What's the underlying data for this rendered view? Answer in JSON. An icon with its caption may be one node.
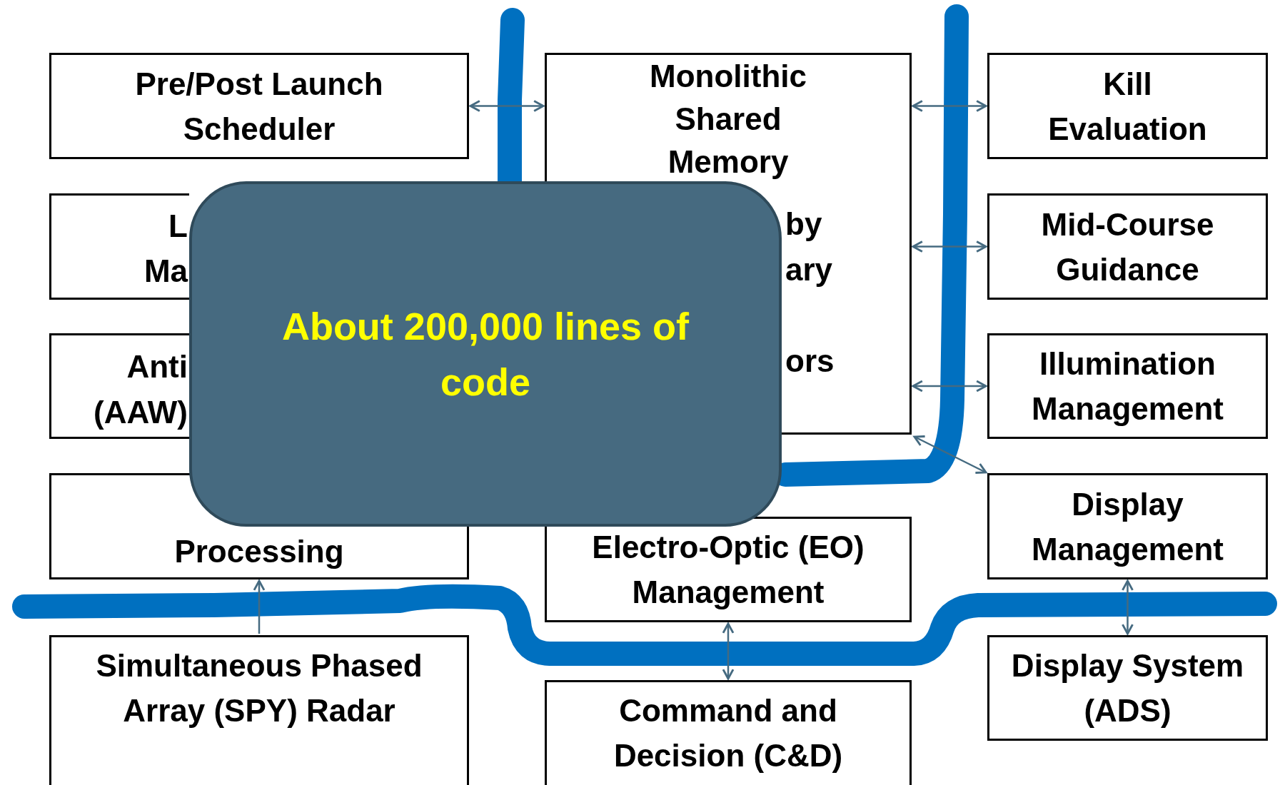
{
  "diagram": {
    "nodes": [
      {
        "text": [
          "Pre/Post Launch Scheduler"
        ]
      },
      {
        "text": [
          "Monolithic Shared Memory",
          "by",
          "ary",
          "ors"
        ]
      },
      {
        "text": [
          "Kill Evaluation"
        ]
      },
      {
        "text": [
          "L",
          "Ma"
        ]
      },
      {
        "text": [
          "Mid-Course Guidance"
        ]
      },
      {
        "text": [
          "Anti",
          "(AAW)"
        ]
      },
      {
        "text": [
          "Illumination Management"
        ]
      },
      {
        "text": [
          "Processing"
        ]
      },
      {
        "text": [
          "Electro-Optic (EO) Management"
        ]
      },
      {
        "text": [
          "Display Management"
        ]
      },
      {
        "text": [
          "Simultaneous Phased Array (SPY) Radar"
        ]
      },
      {
        "text": [
          "Command and Decision (C&D)"
        ]
      },
      {
        "text": [
          "Display System (ADS)"
        ]
      },
      {
        "text": [
          "About 200,000 lines of code"
        ]
      }
    ],
    "edges": [
      {
        "from": 0,
        "to": 1,
        "arrow": "both"
      },
      {
        "from": 1,
        "to": 2,
        "arrow": "both"
      },
      {
        "from": 1,
        "to": 4,
        "arrow": "both"
      },
      {
        "from": 1,
        "to": 6,
        "arrow": "both"
      },
      {
        "from": 1,
        "to": 9,
        "arrow": "both"
      },
      {
        "from": 10,
        "to": 7,
        "arrow": "to"
      },
      {
        "from": 8,
        "to": 11,
        "arrow": "both"
      },
      {
        "from": 9,
        "to": 12,
        "arrow": "both"
      }
    ]
  }
}
